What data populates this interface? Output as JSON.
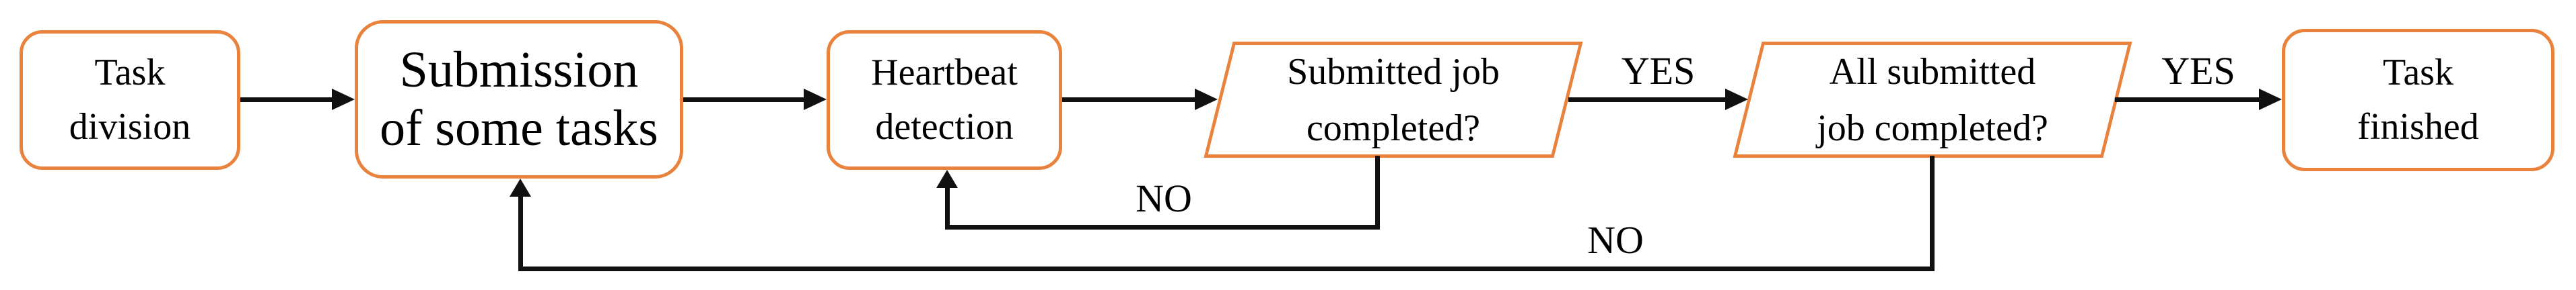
{
  "diagram": {
    "type": "flowchart",
    "background_color": "#FFFFFF",
    "node_border_color": "#E8823C",
    "line_color": "#111111",
    "text_color": "#000000",
    "nodes": [
      {
        "id": "task-division",
        "shape": "rounded-rect",
        "label": "Task\ndivision"
      },
      {
        "id": "submission",
        "shape": "rounded-rect",
        "label": "Submission\nof some tasks"
      },
      {
        "id": "heartbeat",
        "shape": "rounded-rect",
        "label": "Heartbeat\ndetection"
      },
      {
        "id": "submitted-job",
        "shape": "parallelogram",
        "label": "Submitted job\ncompleted?"
      },
      {
        "id": "all-submitted",
        "shape": "parallelogram",
        "label": "All submitted\njob completed?"
      },
      {
        "id": "task-finished",
        "shape": "rounded-rect",
        "label": "Task\nfinished"
      }
    ],
    "edges": [
      {
        "from": "task-division",
        "to": "submission",
        "label": ""
      },
      {
        "from": "submission",
        "to": "heartbeat",
        "label": ""
      },
      {
        "from": "heartbeat",
        "to": "submitted-job",
        "label": ""
      },
      {
        "from": "submitted-job",
        "to": "all-submitted",
        "label": "YES"
      },
      {
        "from": "all-submitted",
        "to": "task-finished",
        "label": "YES"
      },
      {
        "from": "submitted-job",
        "to": "heartbeat",
        "label": "NO"
      },
      {
        "from": "all-submitted",
        "to": "submission",
        "label": "NO"
      }
    ]
  }
}
